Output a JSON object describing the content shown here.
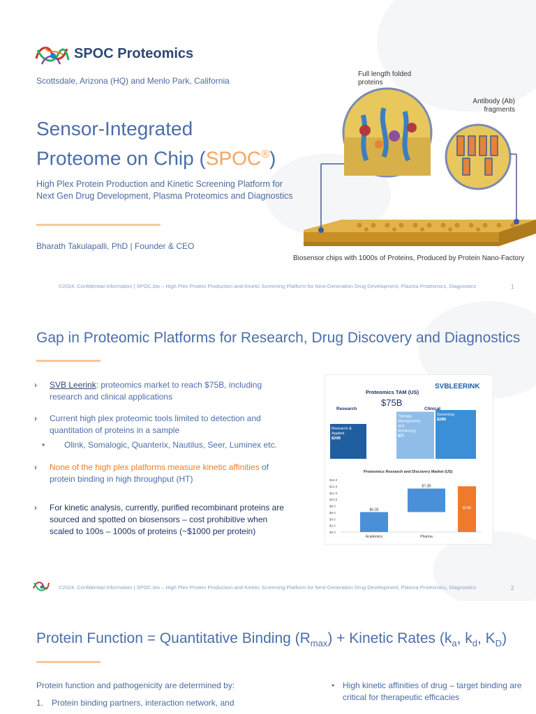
{
  "slide1": {
    "company": "SPOC Proteomics",
    "locations": "Scottsdale, Arizona (HQ) and Menlo Park, California",
    "title_line1": "Sensor-Integrated",
    "title_line2_prefix": "Proteome on Chip (",
    "title_accent": "SPOC",
    "title_reg": "®",
    "title_close": ")",
    "subtitle": "High Plex Protein Production and Kinetic Screening Platform for Next Gen Drug Development, Plasma Proteomics and Diagnostics",
    "author": "Bharath Takulapalli, PhD | Founder & CEO",
    "label_full_length": "Full length folded proteins",
    "label_antibody": "Antibody (Ab) fragments",
    "caption": "Biosensor chips with 1000s of Proteins, Produced by Protein Nano-Factory",
    "footer": "©2024. Confidential Information  |  SPOC.bio – High Plex Protein Production and Kinetic Screening Platform for Next Generation Drug Development, Plasma Proteomics, Diagnostics",
    "page": "1"
  },
  "slide2": {
    "title": "Gap in Proteomic Platforms for Research, Drug Discovery and Diagnostics",
    "b1_link": "SVB Leerink",
    "b1_rest": ": proteomics market to reach $75B, including research and clinical applications",
    "b2": "Current high plex proteomic tools limited to detection and quantitation of proteins in a sample",
    "b2_sub": "Olink, Somalogic, Quanterix, Nautilus, Seer, Luminex etc.",
    "b3_orange": "None of the high plex platforms measure kinetic affinities",
    "b3_rest": " of protein binding in high throughput (HT)",
    "b4": "For kinetic analysis, currently, purified recombinant proteins are sourced and spotted on biosensors – cost prohibitive when scaled to 100s – 1000s of proteins (~$1000 per protein)",
    "footer": "©2024. Confidential Information  |  SPOC.bio – High Plex Protein Production and Kinetic Screening Platform for Next Generation Drug Development, Plasma Proteomics, Diagnostics",
    "page": "2"
  },
  "slide3": {
    "title_a": "Protein Function = Quantitative Binding (R",
    "title_sub_max": "max",
    "title_b": ") + Kinetic Rates (k",
    "title_sub_a": "a",
    "title_c": ", k",
    "title_sub_d": "d",
    "title_d": ", K",
    "title_sub_D": "D",
    "title_e": ")",
    "intro": "Protein function and pathogenicity are determined by:",
    "item1_num": "1.",
    "item1": "Protein binding partners, interaction network, and",
    "right_bullet": "High kinetic affinities of drug – target binding are critical for therapeutic efficacies"
  },
  "chart_data": [
    {
      "type": "bar",
      "title": "Proteomics TAM (US)",
      "total": "$75B",
      "brand": "SVBLEERINK",
      "groups": [
        "Research",
        "Clinical"
      ],
      "categories": [
        "Research & Applied",
        "Therapy Management and Monitoring",
        "Screening"
      ],
      "value_labels": [
        "$20B",
        "$27",
        "$28B"
      ],
      "values": [
        20,
        27,
        28
      ],
      "colors": [
        "#1f5fa0",
        "#8fbde8",
        "#3b8fd6"
      ]
    },
    {
      "type": "bar",
      "title": "Proteomics Research and Discovery Market (US)",
      "categories": [
        "Academics",
        "Pharma"
      ],
      "value_labels": [
        "$6.1B",
        "$7.2B",
        "$14B"
      ],
      "ticks": [
        "$16.0",
        "$14.0",
        "$12.0",
        "$10.0",
        "$8.0",
        "$6.0",
        "$4.0",
        "$2.0",
        "$0.0"
      ],
      "ylim": [
        0,
        16
      ],
      "waterfall": [
        {
          "label": "$6.1B",
          "start": 0,
          "end": 6.1,
          "color": "#4a90d9"
        },
        {
          "label": "$7.2B",
          "start": 6.1,
          "end": 13.3,
          "color": "#4a90d9"
        },
        {
          "label": "$14B",
          "start": 0,
          "end": 14,
          "color": "#f07a2c"
        }
      ]
    }
  ],
  "colors": {
    "brand_blue": "#4b6ea9",
    "navy": "#2f4773",
    "accent_orange": "#f3a55b",
    "chip_gold": "#d9a53a"
  }
}
